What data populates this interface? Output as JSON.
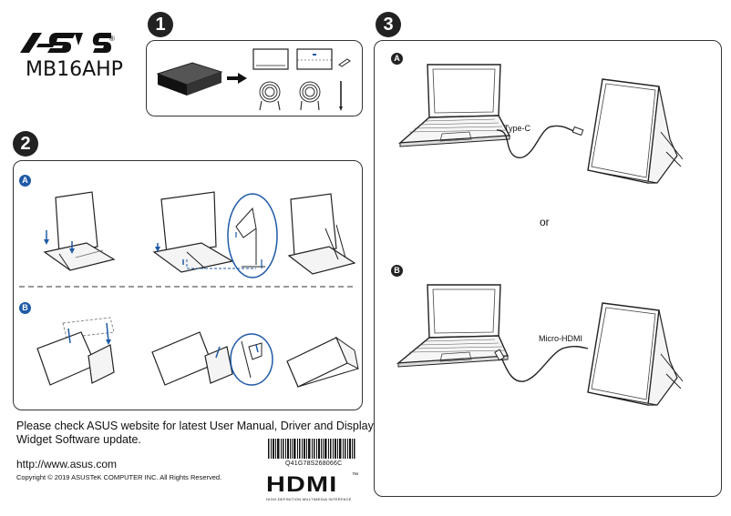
{
  "brand": {
    "logo": "/ISUS",
    "trademark": "®",
    "model": "MB16AHP"
  },
  "steps": {
    "one": "1",
    "two": "2",
    "three": "3"
  },
  "step2": {
    "sub_a": "A",
    "sub_b": "B"
  },
  "step3": {
    "sub_a": "A",
    "sub_b": "B",
    "label_a": "Type-C",
    "or_text": "or",
    "label_b": "Micro-HDMI"
  },
  "footer": {
    "notice_line1": "Please check ASUS website for latest User Manual, Driver and Display",
    "notice_line2": "Widget Software update.",
    "url": "http://www.asus.com",
    "copyright": "Copyright © 2019 ASUSTeK COMPUTER INC. All Rights Reserved.",
    "barcode_number": "Q41G78S268066C",
    "hdmi_logo": "HDMI",
    "hdmi_trademark": "™",
    "hdmi_tagline": "HIGH-DEFINITION MULTIMEDIA INTERFACE"
  },
  "icons": [
    "asus-logo-icon",
    "box-icon",
    "arrow-right-icon",
    "monitor-icon",
    "sleeve-icon",
    "pen-icon",
    "cable-icon",
    "laptop-icon",
    "stand-icon",
    "barcode-icon",
    "hdmi-logo-icon"
  ]
}
